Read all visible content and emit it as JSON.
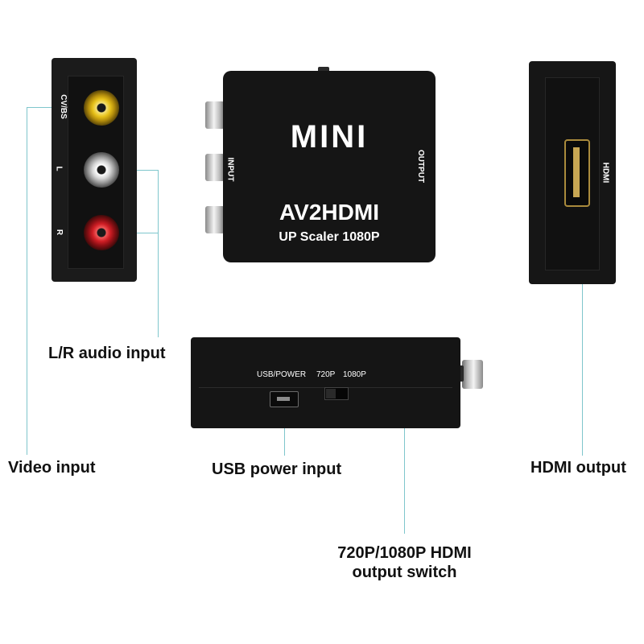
{
  "device": {
    "brand": "MINI",
    "model": "AV2HDMI",
    "subtitle": "UP Scaler 1080P",
    "input_port_label": "INPUT",
    "output_port_label": "OUTPUT"
  },
  "left_panel": {
    "cvbs_label": "CV/BS",
    "l_label": "L",
    "r_label": "R"
  },
  "right_panel": {
    "hdmi_label": "HDMI"
  },
  "bottom_panel": {
    "usb_label": "USB/POWER",
    "switch_720_label": "720P",
    "switch_1080_label": "1080P"
  },
  "captions": {
    "lr_audio": "L/R audio input",
    "video": "Video input",
    "usb": "USB power input",
    "hdmi": "HDMI output",
    "switch_line1": "720P/1080P HDMI",
    "switch_line2": "output switch"
  },
  "colors": {
    "case": "#1b1b1b",
    "callout_line": "#7fc6cc",
    "video_jack": "#e8c21a",
    "audio_left_jack": "#e0e0e0",
    "audio_right_jack": "#d01e25"
  }
}
